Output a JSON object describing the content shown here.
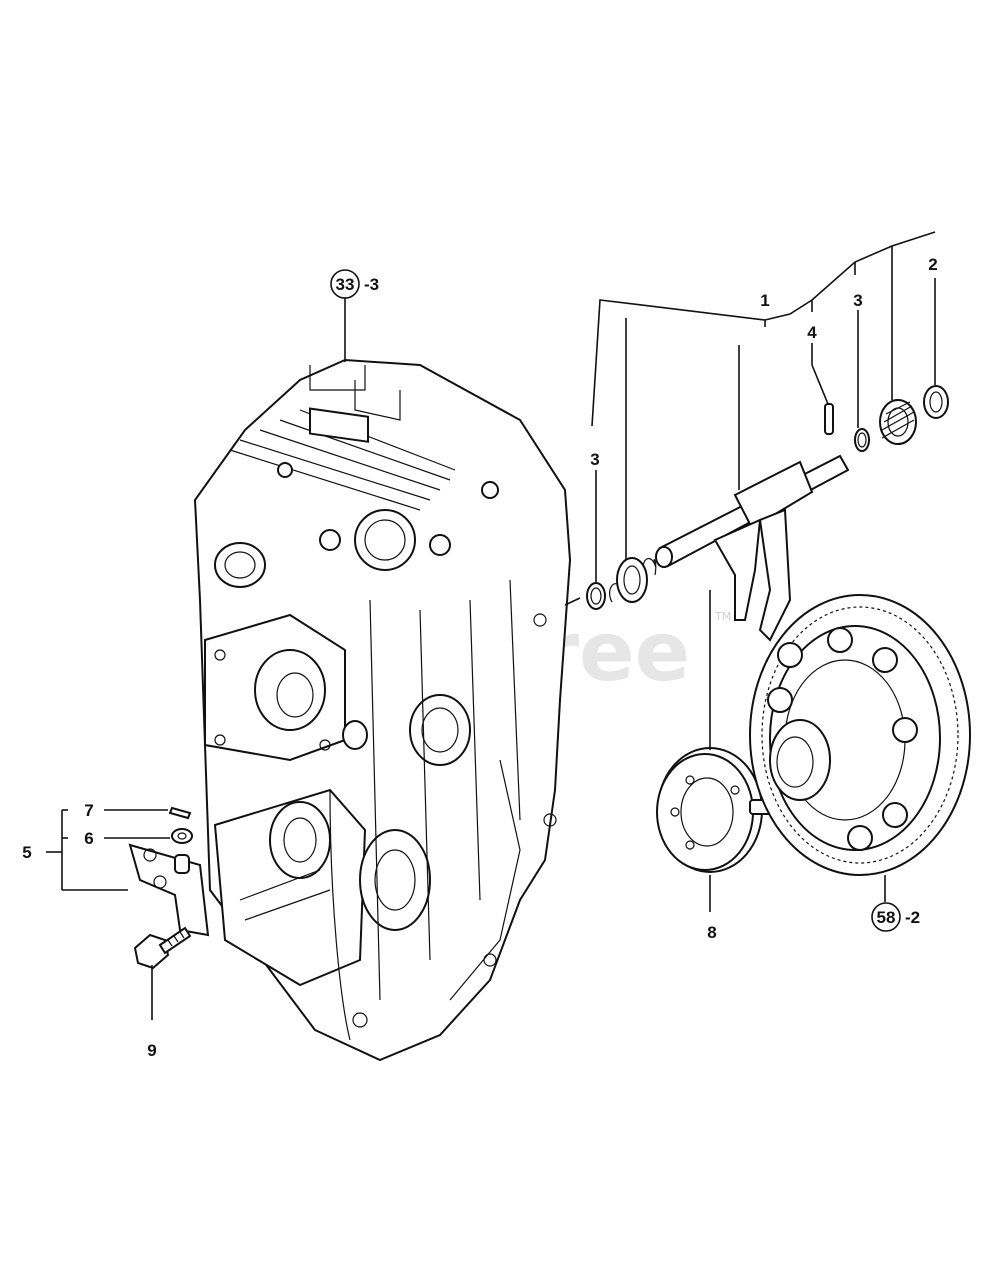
{
  "watermark": {
    "text": "PartsTree",
    "tm": "TM"
  },
  "callouts": {
    "ref_top": {
      "circle": "33",
      "suffix": "-3"
    },
    "ref_gear": {
      "circle": "58",
      "suffix": "-2"
    },
    "item1": "1",
    "item2": "2",
    "item3a": "3",
    "item3b": "3",
    "item4": "4",
    "item5": "5",
    "item6": "6",
    "item7": "7",
    "item8": "8",
    "item9": "9"
  }
}
